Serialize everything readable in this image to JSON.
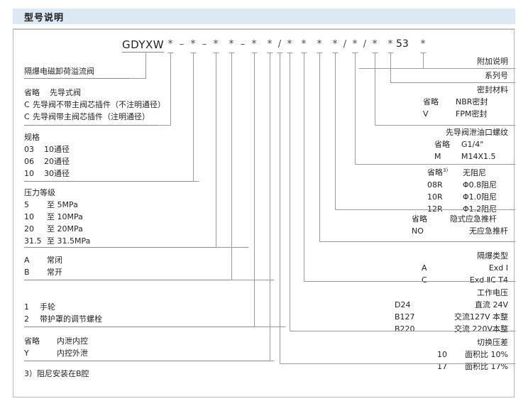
{
  "header": {
    "title": "型号说明"
  },
  "code": {
    "prefix": "GDYXW",
    "series_number": "53",
    "tokens": [
      {
        "t": "*"
      },
      {
        "t": "–"
      },
      {
        "t": "*"
      },
      {
        "t": "–"
      },
      {
        "t": "*"
      },
      {
        "t": "*"
      },
      {
        "t": "–"
      },
      {
        "t": "*"
      },
      {
        "t": "*"
      },
      {
        "t": "/"
      },
      {
        "t": "*"
      },
      {
        "t": "*"
      },
      {
        "t": "*"
      },
      {
        "t": "*"
      },
      {
        "t": "/"
      },
      {
        "t": "*"
      },
      {
        "t": "/"
      },
      {
        "t": "*"
      },
      {
        "t": "*"
      },
      {
        "t": "53"
      },
      {
        "t": "*"
      }
    ]
  },
  "left_groups": [
    {
      "name": "product-name",
      "lines": [
        {
          "key": "",
          "val": "隔爆电磁卸荷溢流阀"
        }
      ]
    },
    {
      "name": "pilot-type",
      "lines": [
        {
          "key": "省略",
          "val": "先导式阀"
        },
        {
          "key": "C",
          "val": "先导阀不带主阀芯插件（不注明通径）"
        },
        {
          "key": "C",
          "val": "先导阀带主阀芯插件（注明通径）"
        }
      ]
    },
    {
      "name": "specification",
      "title": "规格",
      "lines": [
        {
          "key": "03",
          "val": "10通径"
        },
        {
          "key": "06",
          "val": "20通径"
        },
        {
          "key": "10",
          "val": "30通径"
        }
      ]
    },
    {
      "name": "pressure-rating",
      "title": "压力等级",
      "lines": [
        {
          "key": "5",
          "val": "至  5MPa"
        },
        {
          "key": "10",
          "val": "至 10MPa"
        },
        {
          "key": "20",
          "val": "至 20MPa"
        },
        {
          "key": "31.5",
          "val": "至 31.5MPa"
        }
      ]
    },
    {
      "name": "normal-state",
      "lines": [
        {
          "key": "A",
          "val": "常闭"
        },
        {
          "key": "B",
          "val": "常开"
        }
      ]
    },
    {
      "name": "adjust-type",
      "lines": [
        {
          "key": "1",
          "val": "手轮"
        },
        {
          "key": "2",
          "val": "带护罩的调节螺栓"
        }
      ]
    },
    {
      "name": "drain-control",
      "lines": [
        {
          "key": "省略",
          "val": "内泄内控"
        },
        {
          "key": "Y",
          "val": "内控外泄"
        }
      ]
    }
  ],
  "right_groups": [
    {
      "name": "additional-note",
      "lines": [
        {
          "key": "",
          "val": "附加说明"
        }
      ]
    },
    {
      "name": "series-number",
      "lines": [
        {
          "key": "",
          "val": "系列号"
        }
      ]
    },
    {
      "name": "seal-material",
      "title": "密封材料",
      "lines": [
        {
          "key": "省略",
          "val": "NBR密封"
        },
        {
          "key": "V",
          "val": "FPM密封"
        }
      ]
    },
    {
      "name": "pilot-drain-thread",
      "title": "先导阀泄油口螺纹",
      "lines": [
        {
          "key": "省略",
          "val": "G1/4\""
        },
        {
          "key": "M",
          "val": "M14X1.5"
        }
      ]
    },
    {
      "name": "damping",
      "lines": [
        {
          "key": "省略",
          "sup": "3)",
          "val": "无阻尼"
        },
        {
          "key": "08R",
          "val": "Φ0.8阻尼"
        },
        {
          "key": "10R",
          "val": "Φ1.0阻尼"
        },
        {
          "key": "12R",
          "val": "Φ1.2阻尼"
        }
      ]
    },
    {
      "name": "emergency-rod",
      "lines": [
        {
          "key": "省略",
          "val": "隐式应急推杆"
        },
        {
          "key": "NO",
          "val": "无应急推杆"
        }
      ]
    },
    {
      "name": "explosion-proof-type",
      "title": "隔爆类型",
      "lines": [
        {
          "key": "A",
          "val": "Exd Ⅰ"
        },
        {
          "key": "C",
          "val": "Exd ⅡC T4"
        }
      ]
    },
    {
      "name": "working-voltage",
      "title": "工作电压",
      "lines": [
        {
          "key": "D24",
          "val": "直流 24V"
        },
        {
          "key": "B127",
          "val": "交流127V 本整"
        },
        {
          "key": "B220",
          "val": "交流 220V本整"
        }
      ]
    },
    {
      "name": "switch-pressure-diff",
      "title": "切换压差",
      "lines": [
        {
          "key": "10",
          "val": "面积比  10%"
        },
        {
          "key": "17",
          "val": "面积比  17%"
        }
      ]
    }
  ],
  "footnote": "3）阻尼安装在B腔",
  "colors": {
    "header_band": "#dce9f4",
    "frame_border": "#b8b8b8",
    "leader_line": "#9a9a9a",
    "text": "#231f20"
  }
}
